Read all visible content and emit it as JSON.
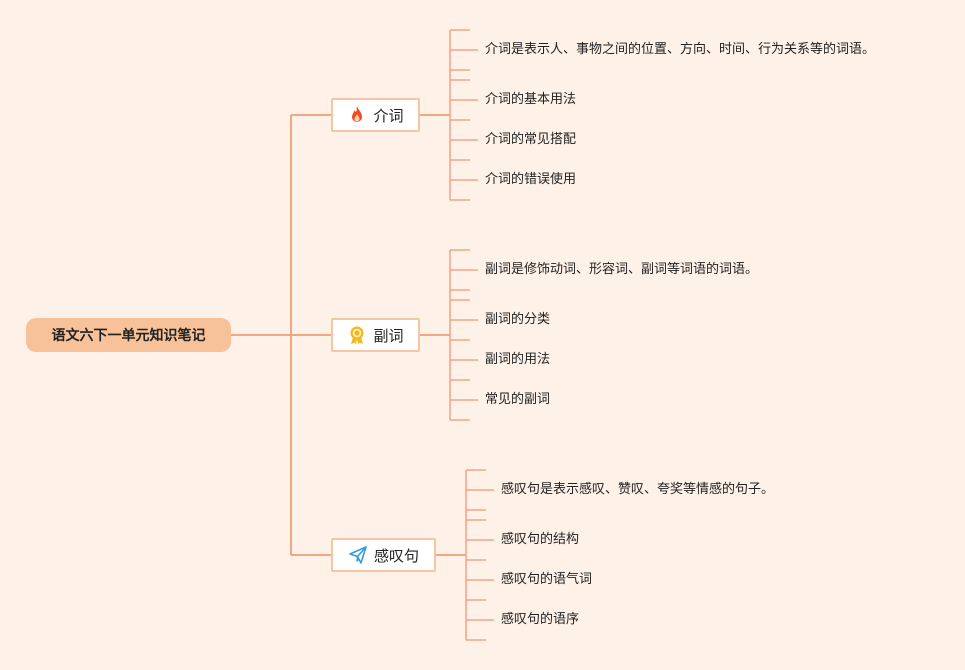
{
  "root": {
    "label": "语文六下一单元知识笔记"
  },
  "branches": [
    {
      "label": "介词",
      "icon": "fire-icon",
      "leaves": [
        "介词是表示人、事物之间的位置、方向、时间、行为关系等的词语。",
        "介词的基本用法",
        "介词的常见搭配",
        "介词的错误使用"
      ]
    },
    {
      "label": "副词",
      "icon": "award-ribbon-icon",
      "leaves": [
        "副词是修饰动词、形容词、副词等词语的词语。",
        "副词的分类",
        "副词的用法",
        "常见的副词"
      ]
    },
    {
      "label": "感叹句",
      "icon": "paper-plane-icon",
      "leaves": [
        "感叹句是表示感叹、赞叹、夸奖等情感的句子。",
        "感叹句的结构",
        "感叹句的语气词",
        "感叹句的语序"
      ]
    }
  ],
  "colors": {
    "background": "#fdf1e8",
    "root_fill": "#f7c29a",
    "connector": "#f4a683",
    "node_border": "#f5c6a6",
    "fire": "#f04a1e",
    "award": "#f3b81c",
    "plane": "#3a9ad9"
  }
}
